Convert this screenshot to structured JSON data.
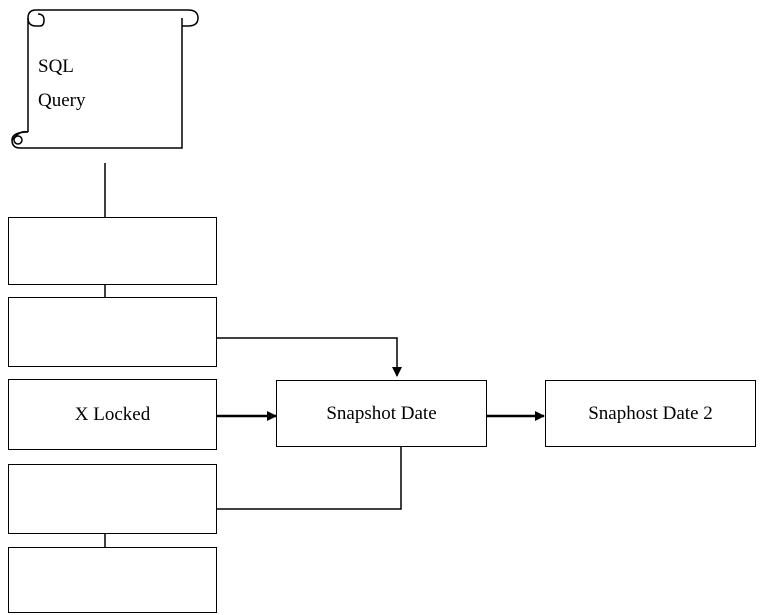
{
  "query_document": {
    "line1": "SQL",
    "line2": "Query"
  },
  "stack": {
    "pages": [
      {
        "label": ""
      },
      {
        "label": ""
      },
      {
        "label": "X Locked"
      },
      {
        "label": ""
      },
      {
        "label": ""
      }
    ]
  },
  "snapshot": {
    "label": "Snapshot Date"
  },
  "snapshot2": {
    "label": "Snaphost Date 2"
  },
  "colors": {
    "stroke": "#000000",
    "background": "#ffffff"
  }
}
